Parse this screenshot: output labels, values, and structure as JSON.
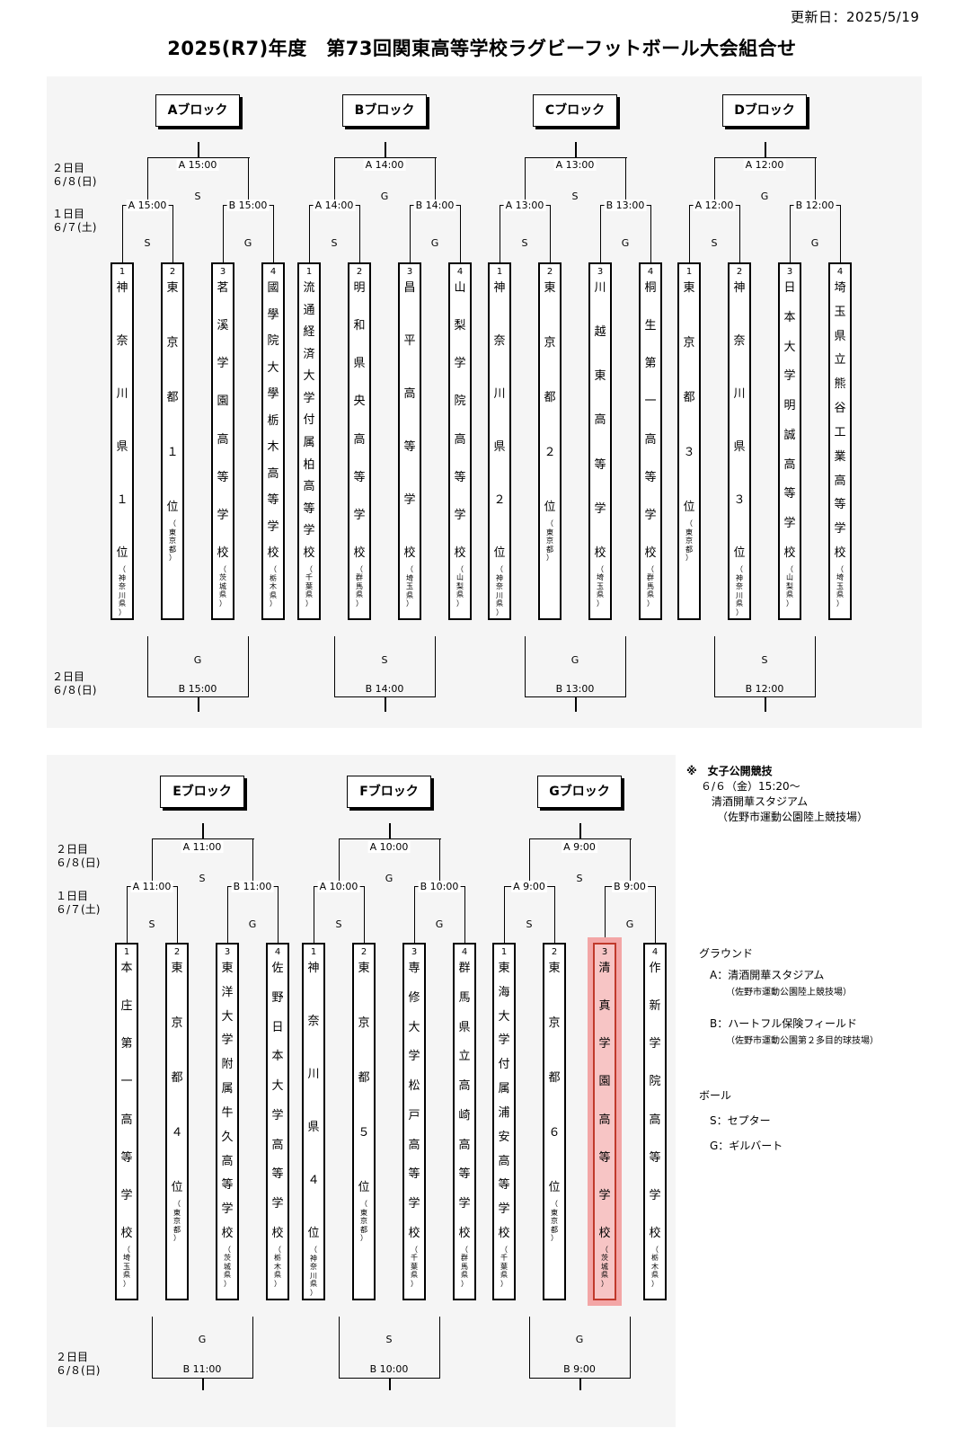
{
  "header": {
    "updated": "更新日：2025/5/19",
    "title": "2025(R7)年度　第73回関東高等学校ラグビーフットボール大会組合せ"
  },
  "day_labels": {
    "day2_line1": "２日目",
    "day2_line2": "６/８(日)",
    "day1_line1": "１日目",
    "day1_line2": "６/７(土)"
  },
  "blocks": [
    {
      "label": "Aブロック",
      "final_top": "A 15:00",
      "final_top_ball": "S",
      "semi_left": "A 15:00",
      "semi_left_ball": "S",
      "semi_right": "B 15:00",
      "semi_right_ball": "G",
      "bottom_ball": "G",
      "bottom_time": "B 15:00",
      "teams": [
        {
          "num": "1",
          "name": "神奈川県１位",
          "pref": "（神奈川県）"
        },
        {
          "num": "2",
          "name": "東京都１位",
          "pref": "（東京都）"
        },
        {
          "num": "3",
          "name": "茗溪学園高等学校",
          "pref": "（茨城県）"
        },
        {
          "num": "4",
          "name": "國學院大學栃木高等学校",
          "pref": "（栃木県）"
        }
      ]
    },
    {
      "label": "Bブロック",
      "final_top": "A 14:00",
      "final_top_ball": "G",
      "semi_left": "A 14:00",
      "semi_left_ball": "S",
      "semi_right": "B 14:00",
      "semi_right_ball": "G",
      "bottom_ball": "S",
      "bottom_time": "B 14:00",
      "teams": [
        {
          "num": "1",
          "name": "流通経済大学付属柏高等学校",
          "pref": "（千葉県）"
        },
        {
          "num": "2",
          "name": "明和県央高等学校",
          "pref": "（群馬県）"
        },
        {
          "num": "3",
          "name": "昌平高等学校",
          "pref": "（埼玉県）"
        },
        {
          "num": "4",
          "name": "山梨学院高等学校",
          "pref": "（山梨県）"
        }
      ]
    },
    {
      "label": "Cブロック",
      "final_top": "A 13:00",
      "final_top_ball": "S",
      "semi_left": "A 13:00",
      "semi_left_ball": "S",
      "semi_right": "B 13:00",
      "semi_right_ball": "G",
      "bottom_ball": "G",
      "bottom_time": "B 13:00",
      "teams": [
        {
          "num": "1",
          "name": "神奈川県２位",
          "pref": "（神奈川県）"
        },
        {
          "num": "2",
          "name": "東京都２位",
          "pref": "（東京都）"
        },
        {
          "num": "3",
          "name": "川越東高等学校",
          "pref": "（埼玉県）"
        },
        {
          "num": "4",
          "name": "桐生第一高等学校",
          "pref": "（群馬県）"
        }
      ]
    },
    {
      "label": "Dブロック",
      "final_top": "A 12:00",
      "final_top_ball": "G",
      "semi_left": "A 12:00",
      "semi_left_ball": "S",
      "semi_right": "B 12:00",
      "semi_right_ball": "G",
      "bottom_ball": "S",
      "bottom_time": "B 12:00",
      "teams": [
        {
          "num": "1",
          "name": "東京都３位",
          "pref": "（東京都）"
        },
        {
          "num": "2",
          "name": "神奈川県３位",
          "pref": "（神奈川県）"
        },
        {
          "num": "3",
          "name": "日本大学明誠高等学校",
          "pref": "（山梨県）"
        },
        {
          "num": "4",
          "name": "埼玉県立熊谷工業高等学校",
          "pref": "（埼玉県）"
        }
      ]
    },
    {
      "label": "Eブロック",
      "final_top": "A 11:00",
      "final_top_ball": "S",
      "semi_left": "A 11:00",
      "semi_left_ball": "S",
      "semi_right": "B 11:00",
      "semi_right_ball": "G",
      "bottom_ball": "G",
      "bottom_time": "B 11:00",
      "teams": [
        {
          "num": "1",
          "name": "本庄第一高等学校",
          "pref": "（埼玉県）"
        },
        {
          "num": "2",
          "name": "東京都４位",
          "pref": "（東京都）"
        },
        {
          "num": "3",
          "name": "東洋大学附属牛久高等学校",
          "pref": "（茨城県）"
        },
        {
          "num": "4",
          "name": "佐野日本大学高等学校",
          "pref": "（栃木県）"
        }
      ]
    },
    {
      "label": "Fブロック",
      "final_top": "A 10:00",
      "final_top_ball": "G",
      "semi_left": "A 10:00",
      "semi_left_ball": "S",
      "semi_right": "B 10:00",
      "semi_right_ball": "G",
      "bottom_ball": "S",
      "bottom_time": "B 10:00",
      "teams": [
        {
          "num": "1",
          "name": "神奈川県４位",
          "pref": "（神奈川県）"
        },
        {
          "num": "2",
          "name": "東京都５位",
          "pref": "（東京都）"
        },
        {
          "num": "3",
          "name": "専修大学松戸高等学校",
          "pref": "（千葉県）"
        },
        {
          "num": "4",
          "name": "群馬県立高崎高等学校",
          "pref": "（群馬県）"
        }
      ]
    },
    {
      "label": "Gブロック",
      "final_top": "A 9:00",
      "final_top_ball": "S",
      "semi_left": "A 9:00",
      "semi_left_ball": "S",
      "semi_right": "B 9:00",
      "semi_right_ball": "G",
      "bottom_ball": "G",
      "bottom_time": "B 9:00",
      "teams": [
        {
          "num": "1",
          "name": "東海大学付属浦安高等学校",
          "pref": "（千葉県）"
        },
        {
          "num": "2",
          "name": "東京都６位",
          "pref": "（東京都）"
        },
        {
          "num": "3",
          "name": "清真学園高等学校",
          "pref": "（茨城県）",
          "highlight": true
        },
        {
          "num": "4",
          "name": "作新学院高等学校",
          "pref": "（栃木県）"
        }
      ]
    }
  ],
  "womens": {
    "title": "※　女子公開競技",
    "date": "６/６（金）15:20～",
    "venue": "清酒開華スタジアム",
    "venue_note": "（佐野市運動公園陸上競技場）"
  },
  "legend": {
    "ground_title": "グラウンド",
    "ground_a": "A：清酒開華スタジアム",
    "ground_a_note": "（佐野市運動公園陸上競技場）",
    "ground_b": "B：ハートフル保険フィールド",
    "ground_b_note": "（佐野市運動公園第２多目的球技場）",
    "ball_title": "ボール",
    "ball_s": "S：セプター",
    "ball_g": "G：ギルバート"
  }
}
